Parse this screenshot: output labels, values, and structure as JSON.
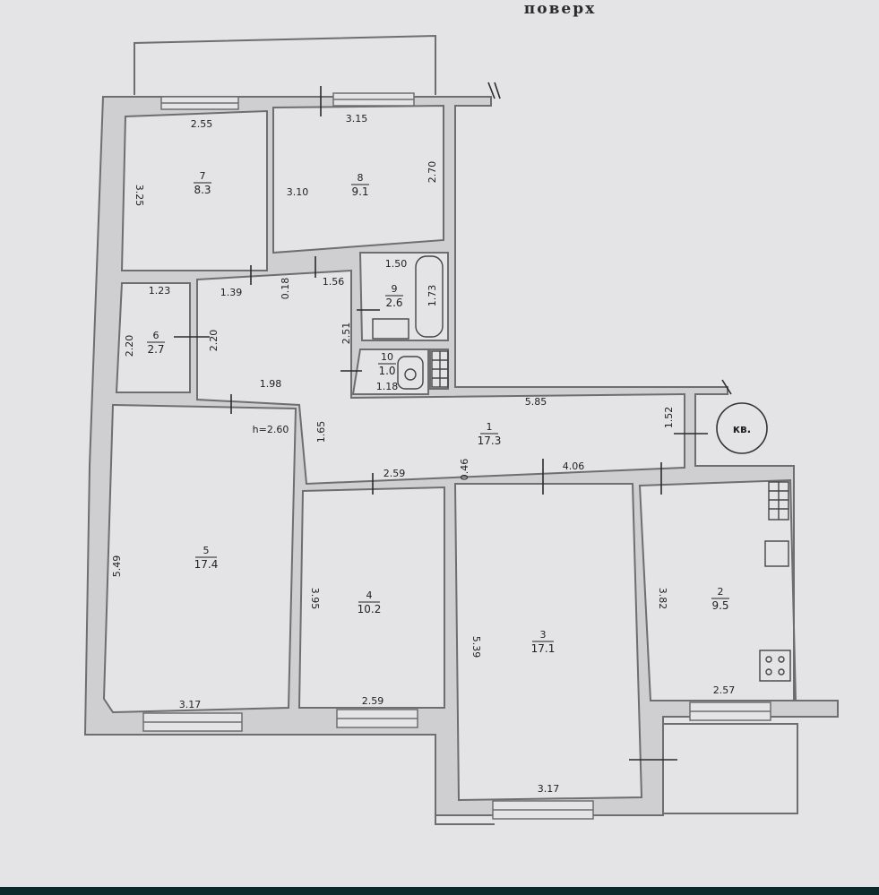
{
  "floor_label": "поверх",
  "apartment_badge": "кв.",
  "colors": {
    "paper": "#e4e4e6",
    "wall": "#6e6e70",
    "wall_fill": "#cfcfd2",
    "ink": "#222222"
  },
  "rooms": [
    {
      "id": "1",
      "area": "17.3"
    },
    {
      "id": "2",
      "area": "9.5"
    },
    {
      "id": "3",
      "area": "17.1"
    },
    {
      "id": "4",
      "area": "10.2"
    },
    {
      "id": "5",
      "area": "17.4"
    },
    {
      "id": "6",
      "area": "2.7"
    },
    {
      "id": "7",
      "area": "8.3"
    },
    {
      "id": "8",
      "area": "9.1"
    },
    {
      "id": "9",
      "area": "2.6"
    },
    {
      "id": "10",
      "area": "1.0"
    }
  ],
  "dimensions": {
    "room7_top": "2.55",
    "room7_left": "3.25",
    "room8_top": "3.15",
    "room8_left": "3.10",
    "room8_right": "2.70",
    "bath_top": "1.50",
    "bath_side": "1.73",
    "bath_left": "2.51",
    "wc_bottom": "1.18",
    "corr_top_a": "1.39",
    "corr_small": "0.18",
    "corr_top_b": "1.56",
    "room6_top": "1.23",
    "room6_left": "2.20",
    "room6_right": "2.20",
    "corr_width": "1.98",
    "ceiling_height": "h=2.60",
    "corr_vert": "1.65",
    "hall_top": "5.85",
    "hall_side": "1.52",
    "room4_top": "2.59",
    "hall_small": "0.46",
    "room3_top": "4.06",
    "room5_left": "5.49",
    "room5_bottom": "3.17",
    "room4_left": "3.95",
    "room4_bottom": "2.59",
    "room3_left": "5.39",
    "room3_bottom": "3.17",
    "room2_left": "3.82",
    "room2_bottom": "2.57"
  }
}
